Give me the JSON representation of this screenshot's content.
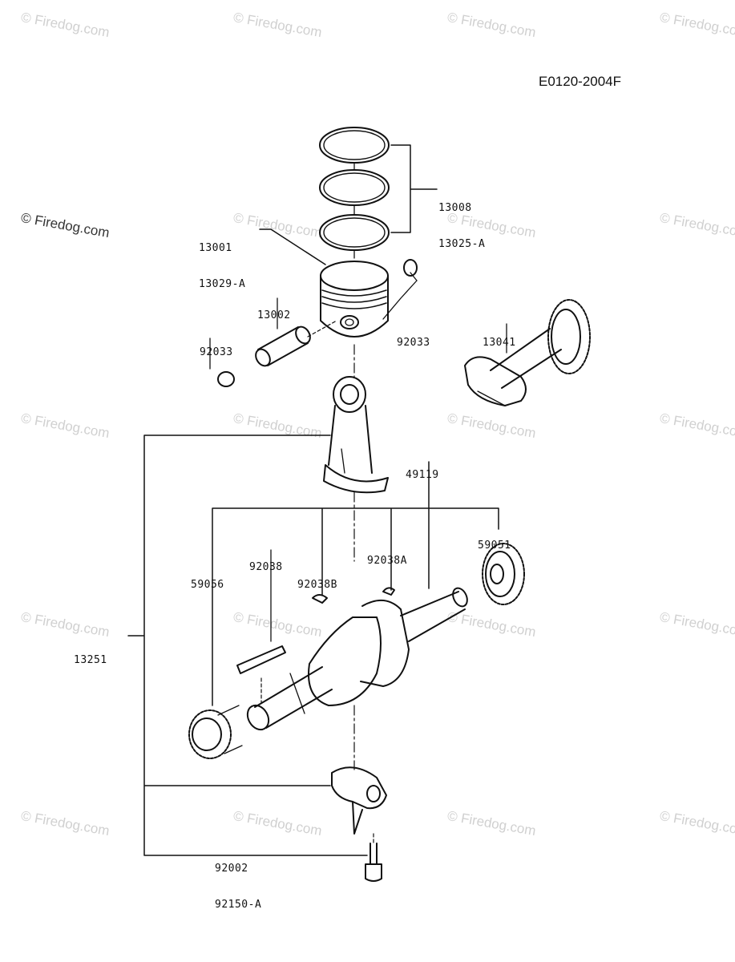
{
  "diagram_code": "E0120-2004F",
  "watermark": "© Firedog.com",
  "parts": [
    {
      "id": "13008",
      "lines": [
        "13008",
        "13025-A"
      ]
    },
    {
      "id": "13001",
      "lines": [
        "13001",
        "13029-A"
      ]
    },
    {
      "id": "13002",
      "lines": [
        "13002"
      ]
    },
    {
      "id": "92033-left",
      "lines": [
        "92033"
      ]
    },
    {
      "id": "92033-right",
      "lines": [
        "92033"
      ]
    },
    {
      "id": "13041",
      "lines": [
        "13041"
      ]
    },
    {
      "id": "49119",
      "lines": [
        "49119"
      ]
    },
    {
      "id": "59051",
      "lines": [
        "59051"
      ]
    },
    {
      "id": "92038",
      "lines": [
        "92038"
      ]
    },
    {
      "id": "92038A",
      "lines": [
        "92038A"
      ]
    },
    {
      "id": "92038B",
      "lines": [
        "92038B"
      ]
    },
    {
      "id": "59056",
      "lines": [
        "59056"
      ]
    },
    {
      "id": "13251",
      "lines": [
        "13251"
      ]
    },
    {
      "id": "92002",
      "lines": [
        "92002",
        "92150-A"
      ]
    }
  ]
}
